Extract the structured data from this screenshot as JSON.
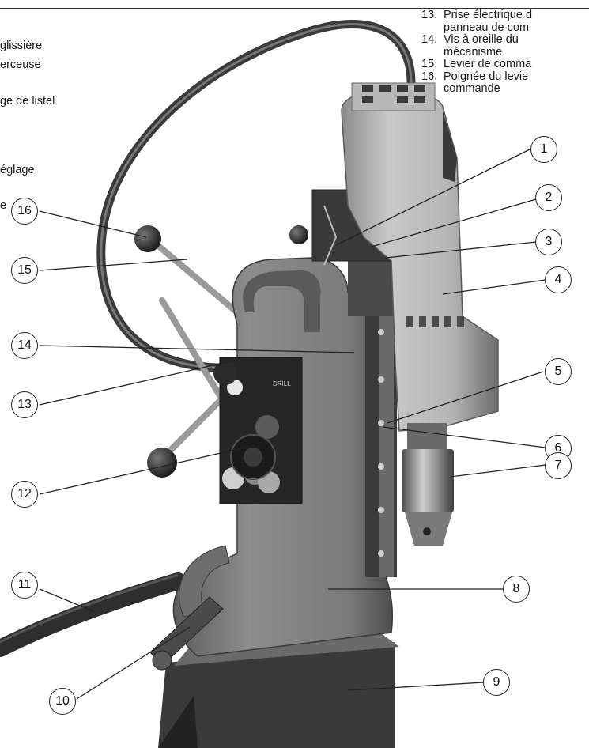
{
  "legend_left": [
    {
      "text": "glissière"
    },
    {
      "text": "erceuse"
    },
    {
      "text": "ge de listel"
    },
    {
      "text": "églage"
    },
    {
      "text": "e"
    }
  ],
  "legend_right": [
    {
      "num": "13.",
      "text": "Prise électrique d\npanneau de com"
    },
    {
      "num": "14.",
      "text": "Vis à oreille du\nmécanisme"
    },
    {
      "num": "15.",
      "text": "Levier de comma"
    },
    {
      "num": "16.",
      "text": "Poignée du levie\ncommande"
    }
  ],
  "callouts": [
    "1",
    "2",
    "3",
    "4",
    "5",
    "6",
    "7",
    "8",
    "9",
    "10",
    "11",
    "12",
    "13",
    "14",
    "15",
    "16"
  ],
  "panel_labels": {
    "drill": "DRILL"
  }
}
